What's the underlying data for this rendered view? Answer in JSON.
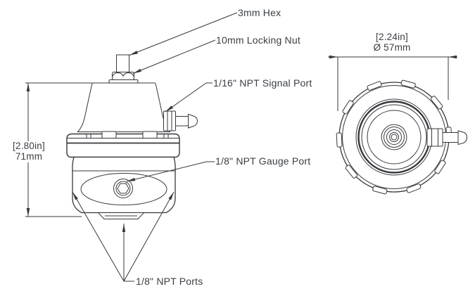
{
  "callouts": {
    "hex": "3mm Hex",
    "locking_nut": "10mm Locking Nut",
    "signal_port": "1/16\" NPT Signal Port",
    "gauge_port": "1/8\" NPT Gauge Port",
    "npt_ports": "1/8\" NPT Ports"
  },
  "dimensions": {
    "height": {
      "inches": "[2.80in]",
      "mm": "71mm"
    },
    "diameter": {
      "inches": "[2.24in]",
      "mm": "Ø 57mm"
    }
  },
  "colors": {
    "line": "#35383c",
    "text": "#3a3e44",
    "background": "#ffffff"
  }
}
